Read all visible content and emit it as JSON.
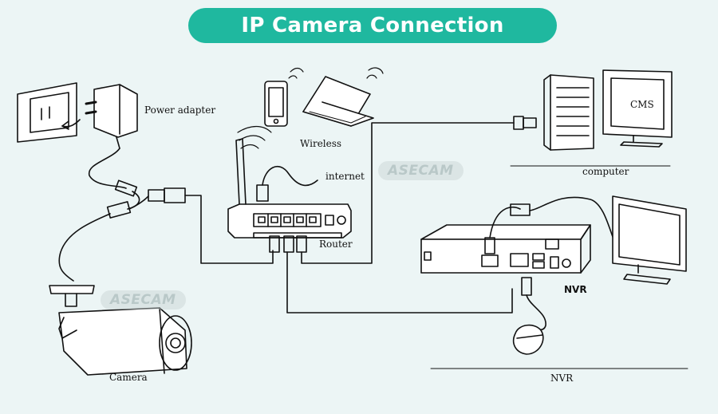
{
  "title": "IP Camera Connection",
  "watermark": "ASECAM",
  "labels": {
    "power_adapter": "Power adapter",
    "wireless": "Wireless",
    "internet": "internet",
    "router": "Router",
    "cms": "CMS",
    "computer": "computer",
    "nvr_device": "NVR",
    "nvr_section": "NVR",
    "camera": "Camera"
  },
  "colors": {
    "title_bg": "#1fb89f",
    "title_text": "#ffffff",
    "background": "#ecf5f5",
    "line": "#111111"
  },
  "icons": [
    "wall-socket-icon",
    "power-adapter-icon",
    "phone-icon",
    "laptop-icon",
    "wifi-icon",
    "router-icon",
    "computer-tower-icon",
    "monitor-icon",
    "nvr-icon",
    "mouse-icon",
    "camera-icon"
  ]
}
